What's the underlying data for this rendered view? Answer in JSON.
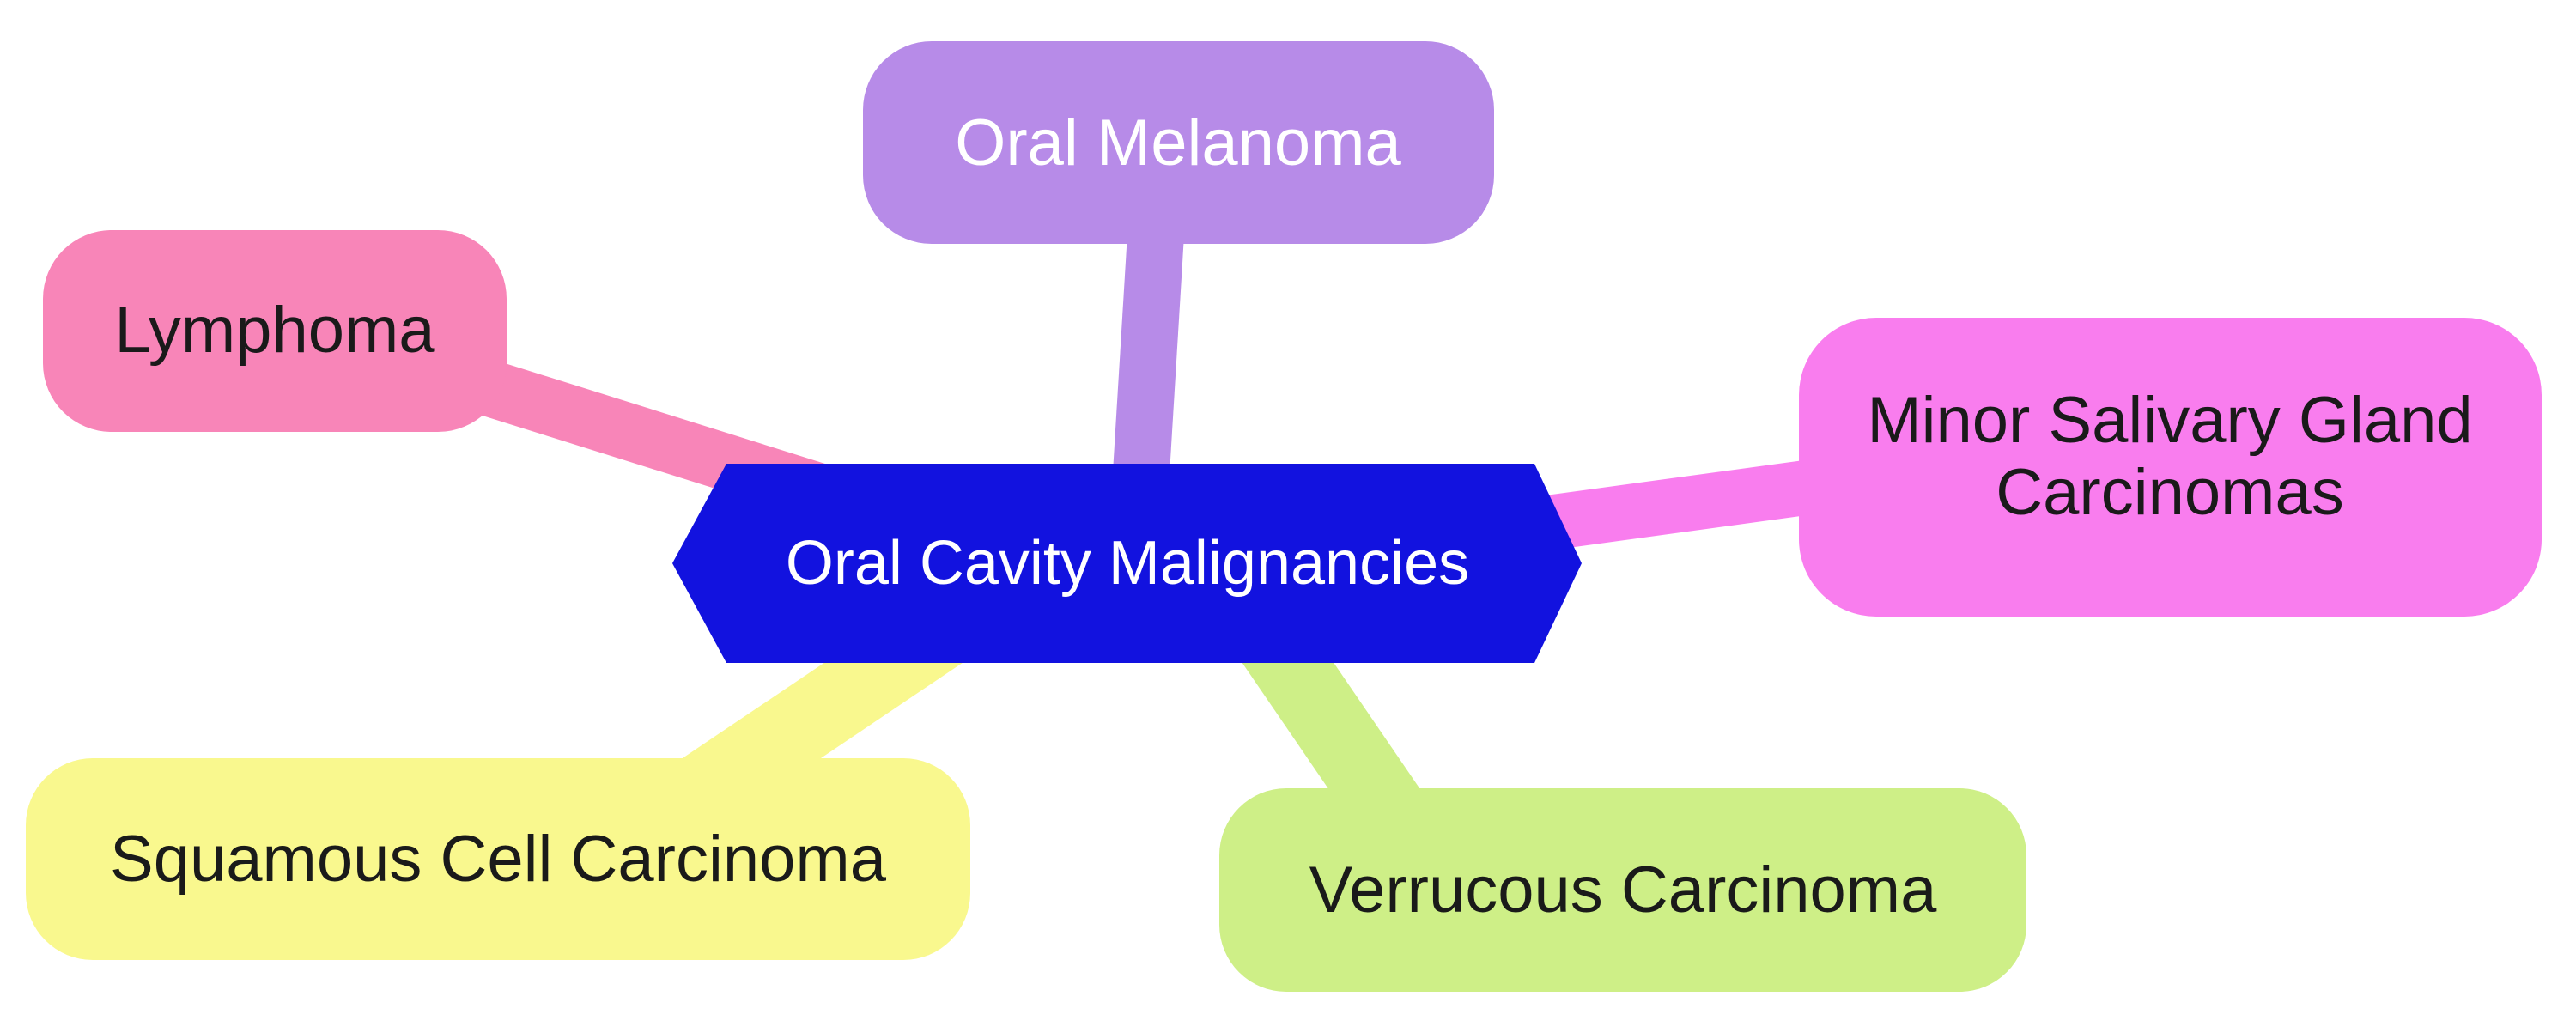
{
  "diagram": {
    "type": "mindmap",
    "background_color": "#ffffff",
    "center": {
      "id": "oral-cavity-malignancies",
      "label": "Oral Cavity Malignancies",
      "shape": "hexagon",
      "fill": "#1212df",
      "text_color": "#ffffff"
    },
    "nodes": [
      {
        "id": "oral-melanoma",
        "label": "Oral Melanoma",
        "position": "top",
        "shape": "rounded-rectangle",
        "fill": "#b78be8",
        "text_color": "#ffffff"
      },
      {
        "id": "lymphoma",
        "label": "Lymphoma",
        "position": "upper-left",
        "shape": "rounded-rectangle",
        "fill": "#f885b8",
        "text_color": "#1a1a1a"
      },
      {
        "id": "minor-salivary-gland-carcinomas",
        "label": "Minor Salivary Gland Carcinomas",
        "lines": [
          "Minor Salivary Gland",
          "Carcinomas"
        ],
        "position": "right",
        "shape": "rounded-rectangle",
        "fill": "#f97dee",
        "text_color": "#1a1a1a"
      },
      {
        "id": "squamous-cell-carcinoma",
        "label": "Squamous Cell Carcinoma",
        "position": "bottom-left",
        "shape": "rounded-rectangle",
        "fill": "#f9f88e",
        "text_color": "#1a1a1a"
      },
      {
        "id": "verrucous-carcinoma",
        "label": "Verrucous Carcinoma",
        "position": "bottom",
        "shape": "rounded-rectangle",
        "fill": "#ceef87",
        "text_color": "#1a1a1a"
      }
    ]
  }
}
